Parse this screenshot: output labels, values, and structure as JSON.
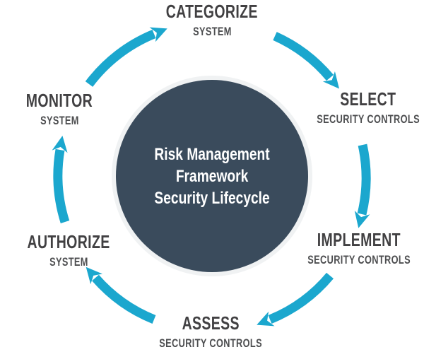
{
  "center": {
    "lines": [
      "Risk Management",
      "Framework",
      "Security Lifecycle"
    ]
  },
  "steps": [
    {
      "id": "categorize",
      "label": "CATEGORIZE",
      "sublabel": "SYSTEM"
    },
    {
      "id": "select",
      "label": "SELECT",
      "sublabel": "SECURITY CONTROLS"
    },
    {
      "id": "implement",
      "label": "IMPLEMENT",
      "sublabel": "SECURITY CONTROLS"
    },
    {
      "id": "assess",
      "label": "ASSESS",
      "sublabel": "SECURITY CONTROLS"
    },
    {
      "id": "authorize",
      "label": "AUTHORIZE",
      "sublabel": "SYSTEM"
    },
    {
      "id": "monitor",
      "label": "MONITOR",
      "sublabel": "SYSTEM"
    }
  ],
  "colors": {
    "arrow": "#1ba7ce",
    "circle": "#3a4b5c",
    "ring": "#f0f2f3",
    "heading": "#414042",
    "subheading": "#4d4e50",
    "center_text": "#ffffff"
  }
}
